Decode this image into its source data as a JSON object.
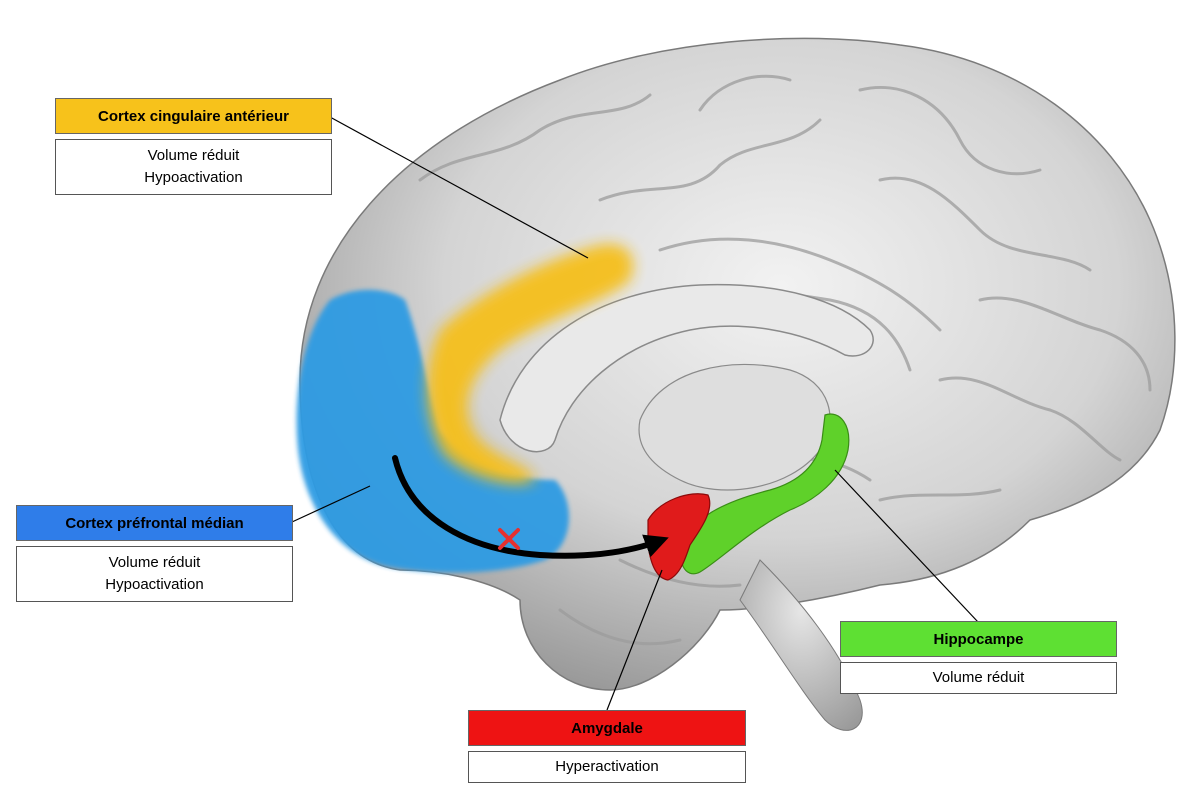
{
  "colors": {
    "acc": "#f7c21b",
    "mpfc": "#2f7de9",
    "amygdala": "#ee1313",
    "hippocampus": "#5ee033",
    "brain": "#d2d2d2",
    "connection_arrow": "#000000",
    "disruption_mark": "#e53030"
  },
  "callouts": {
    "acc": {
      "title": "Cortex cingulaire antérieur",
      "line1": "Volume réduit",
      "line2": "Hypoactivation"
    },
    "mpfc": {
      "title": "Cortex préfrontal médian",
      "line1": "Volume réduit",
      "line2": "Hypoactivation"
    },
    "amygdala": {
      "title": "Amygdale",
      "line1": "Hyperactivation"
    },
    "hippocampus": {
      "title": "Hippocampe",
      "line1": "Volume réduit"
    }
  },
  "diagram": {
    "view": "medial sagittal brain",
    "connection": {
      "from": "mpfc",
      "to": "amygdala",
      "disrupted": true
    }
  }
}
